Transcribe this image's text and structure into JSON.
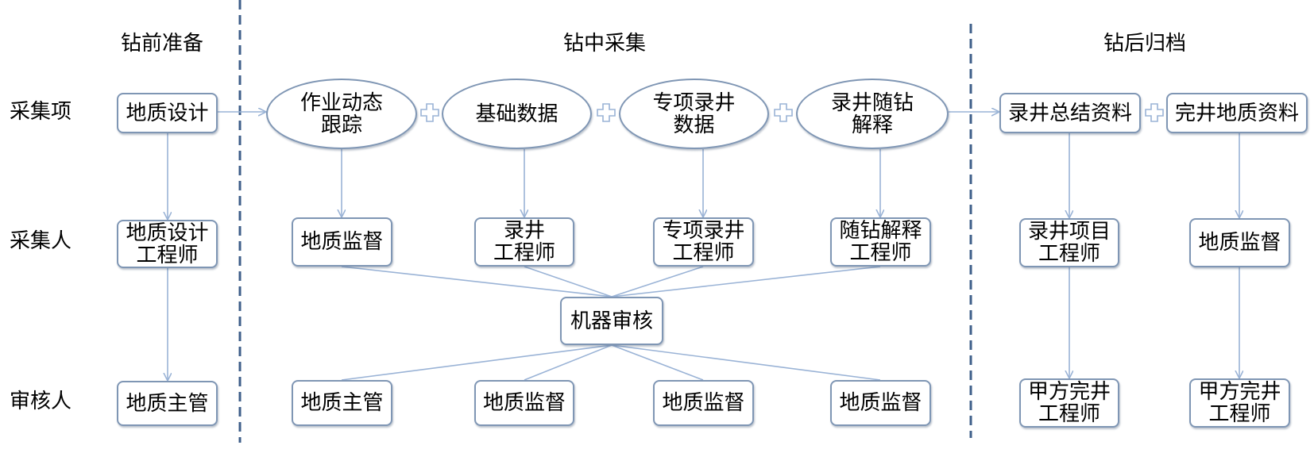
{
  "phases": {
    "pre": "钻前准备",
    "during": "钻中采集",
    "post": "钻后归档"
  },
  "rows": {
    "items": "采集项",
    "collectors": "采集人",
    "reviewers": "审核人"
  },
  "pre": {
    "item": "地质设计",
    "collector": "地质设计\n工程师",
    "reviewer": "地质主管"
  },
  "during": {
    "items": [
      "作业动态\n跟踪",
      "基础数据",
      "专项录井\n数据",
      "录井随钻\n解释"
    ],
    "collectors": [
      "地质监督",
      "录井\n工程师",
      "专项录井\n工程师",
      "随钻解释\n工程师"
    ],
    "machine_review": "机器审核",
    "reviewers": [
      "地质主管",
      "地质监督",
      "地质监督",
      "地质监督"
    ]
  },
  "post": {
    "items": [
      "录井总结资料",
      "完井地质资料"
    ],
    "collectors": [
      "录井项目\n工程师",
      "地质监督"
    ],
    "reviewers": [
      "甲方完井\n工程师",
      "甲方完井\n工程师"
    ]
  },
  "colors": {
    "border": "#7f96b4",
    "arrow": "#9ab3d6",
    "divider": "#3f5f8a"
  }
}
